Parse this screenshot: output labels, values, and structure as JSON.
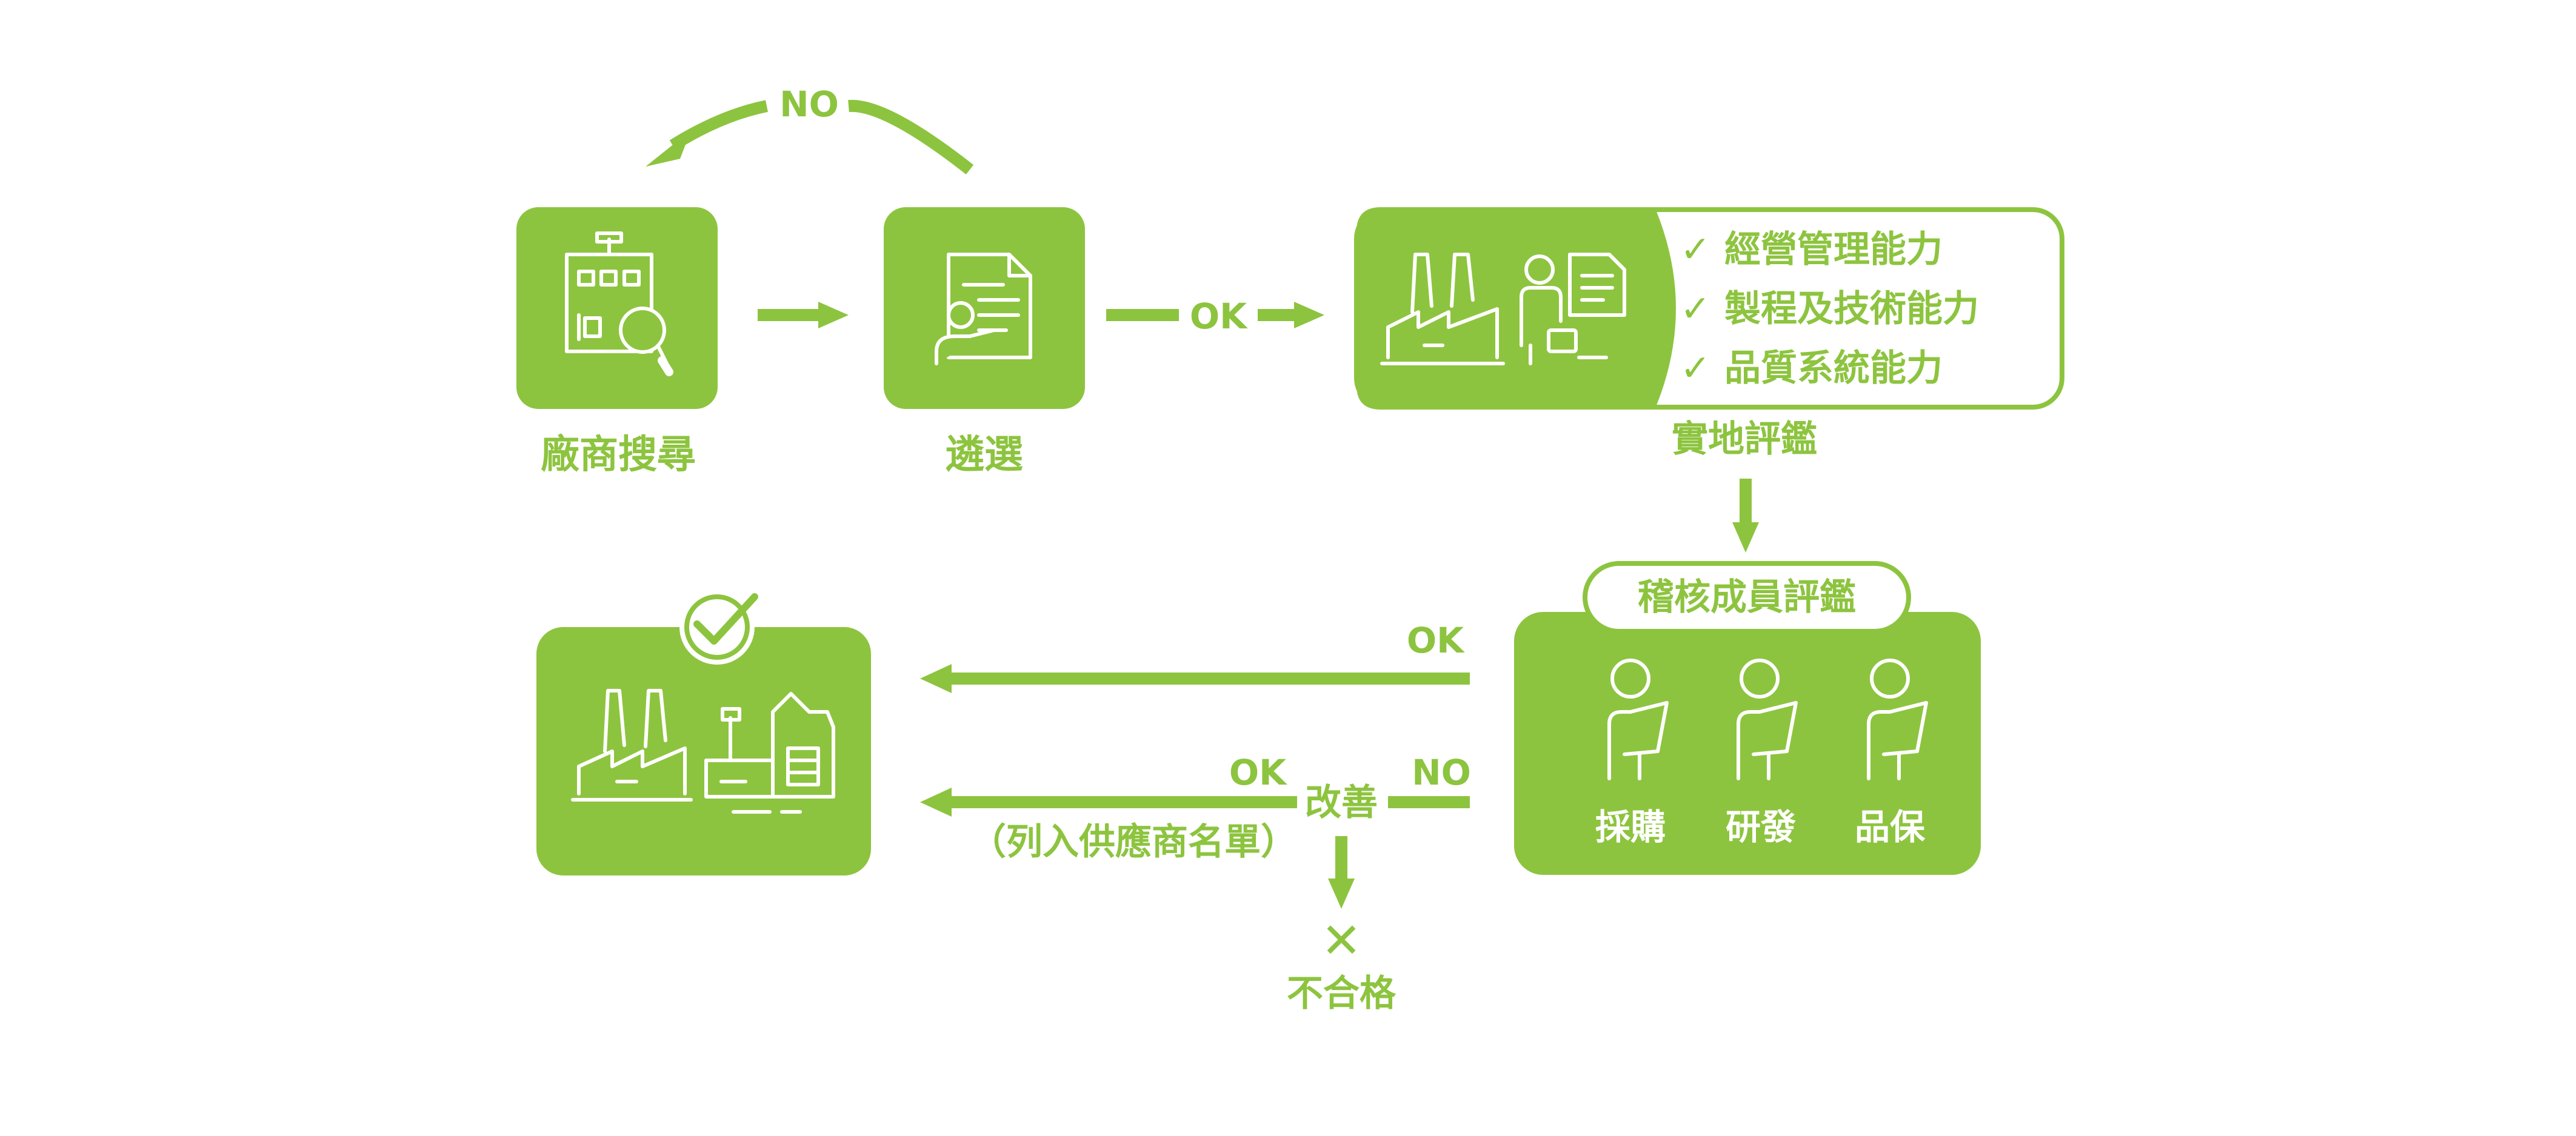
{
  "colors": {
    "accent": "#8DC43F",
    "background": "#FFFFFF",
    "icon_stroke": "#FFFFFF"
  },
  "steps": {
    "search": {
      "label": "廠商搜尋",
      "icon": "building-search-icon"
    },
    "screening": {
      "label": "遴選",
      "icon": "document-presenter-icon"
    },
    "onsite": {
      "label": "實地評鑑",
      "icon": "factory-inspector-icon",
      "criteria": [
        {
          "check": "✓",
          "text": "經營管理能力"
        },
        {
          "check": "✓",
          "text": "製程及技術能力"
        },
        {
          "check": "✓",
          "text": "品質系統能力"
        }
      ]
    },
    "audit": {
      "title": "稽核成員評鑑",
      "members": [
        "採購",
        "研發",
        "品保"
      ]
    },
    "approved": {
      "icon": "factory-approved-icon",
      "check_icon": "check-circle-icon"
    }
  },
  "flow": {
    "no_top": "NO",
    "ok_screen": "OK",
    "ok_audit": "OK",
    "no_improve": "NO",
    "improve": "改善",
    "ok_improve": "OK",
    "list_note": "（列入供應商名單）",
    "fail_mark": "✕",
    "fail_label": "不合格"
  }
}
